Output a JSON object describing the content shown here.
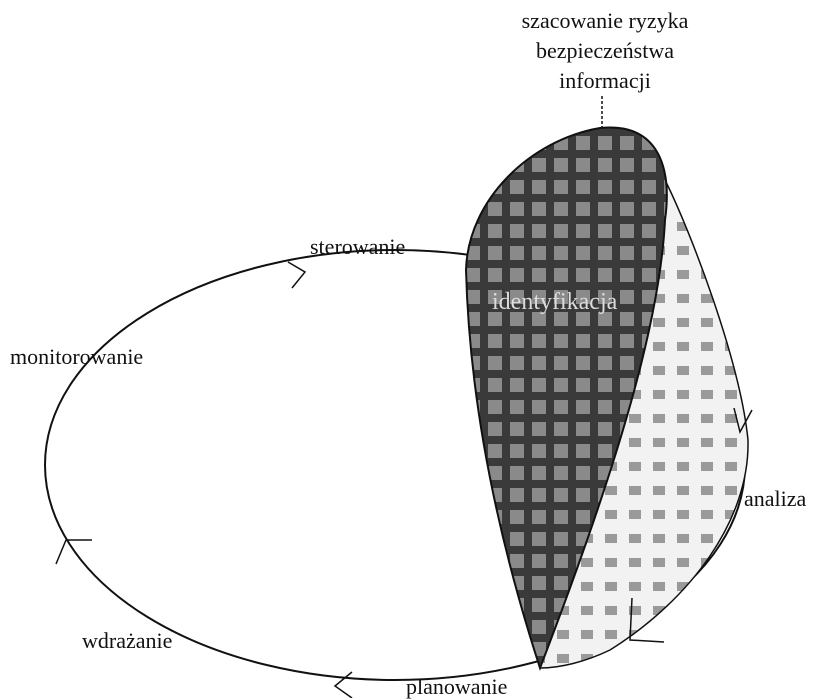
{
  "diagram": {
    "title_lines": [
      "szacowanie ryzyka",
      "bezpieczeństwa",
      "informacji"
    ],
    "cycle_labels": {
      "top": "sterowanie",
      "left": "monitorowanie",
      "bottom_left": "wdrażanie",
      "bottom": "planowanie",
      "right": "analiza"
    },
    "inner_label": "identyfikacja",
    "colors": {
      "stroke": "#111111",
      "dark_fill": "#3a3a3a",
      "grid_light": "#8a8a8a",
      "dot_fill": "#9a9a9a"
    }
  }
}
